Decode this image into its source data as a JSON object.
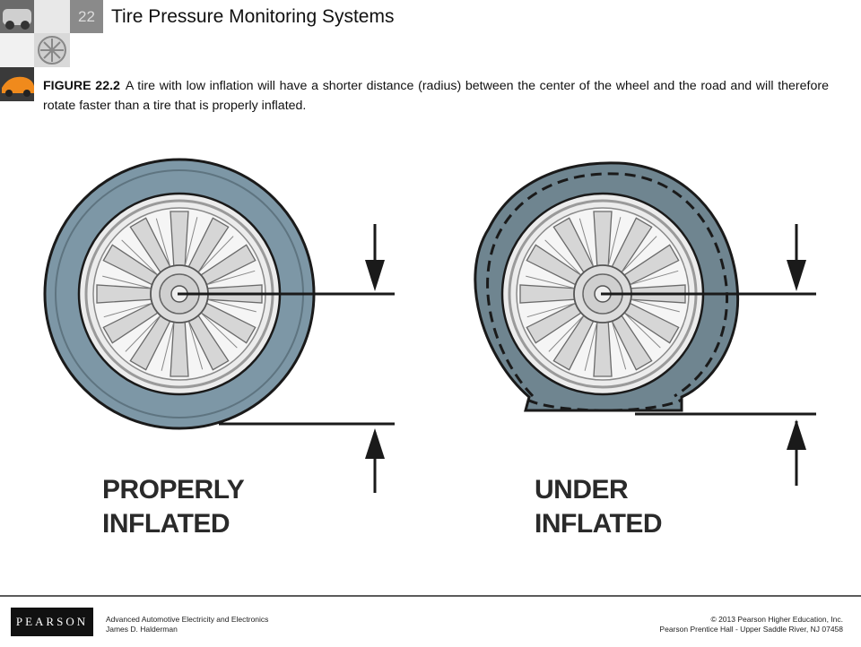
{
  "header": {
    "chapter_number": "22",
    "title": "Tire Pressure Monitoring Systems"
  },
  "caption": {
    "figure_label": "FIGURE 22.2",
    "text": "A tire with low inflation will have a shorter distance (radius) between the center of the wheel and the road and will therefore rotate faster than a tire that is properly inflated."
  },
  "figure": {
    "left_label_line1": "PROPERLY",
    "left_label_line2": "INFLATED",
    "right_label_line1": "UNDER",
    "right_label_line2": "INFLATED",
    "colors": {
      "tire_fill": "#7d97a6",
      "tire_fill_under": "#6f8590",
      "outline": "#1a1a1a",
      "rim": "#e6e6e6",
      "rim_shade": "#b9b9b9"
    }
  },
  "footer": {
    "logo_text": "PEARSON",
    "book_title": "Advanced Automotive Electricity and Electronics",
    "author": "James D. Halderman",
    "copyright": "© 2013 Pearson Higher Education, Inc.",
    "publisher": "Pearson Prentice Hall - Upper Saddle River, NJ 07458"
  }
}
